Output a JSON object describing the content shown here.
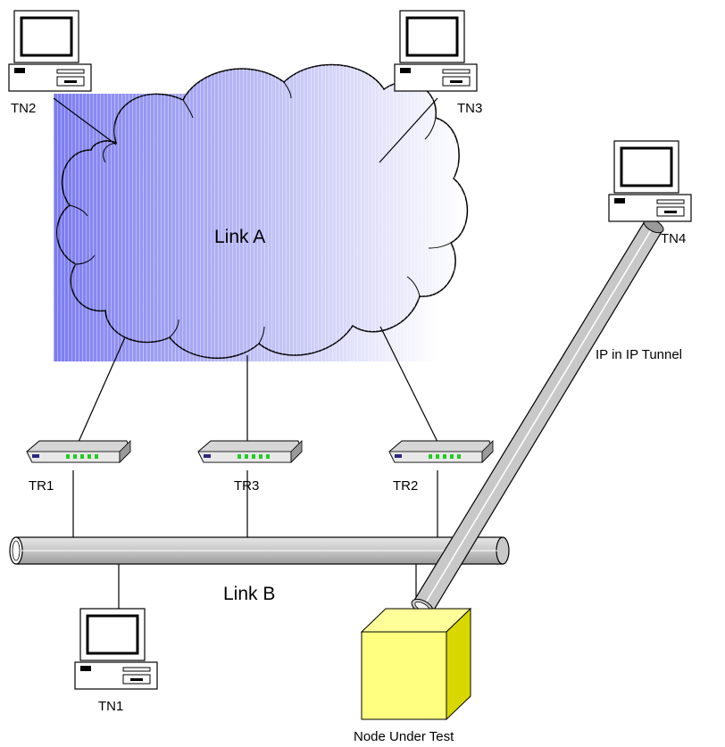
{
  "labels": {
    "link_a": "Link A",
    "link_b": "Link B",
    "tunnel": "IP in IP Tunnel",
    "node_under_test": "Node Under Test"
  },
  "nodes": {
    "tn1": "TN1",
    "tn2": "TN2",
    "tn3": "TN3",
    "tn4": "TN4"
  },
  "routers": {
    "tr1": "TR1",
    "tr2": "TR2",
    "tr3": "TR3"
  },
  "colors": {
    "cloud_gradient_start": "#7b7bf0",
    "cloud_gradient_end": "#ffffff",
    "pipe_fill": "#c8c8c8",
    "node_under_test_front": "#ffff80",
    "node_under_test_side": "#d8d800",
    "router_led": "#22cc22"
  }
}
